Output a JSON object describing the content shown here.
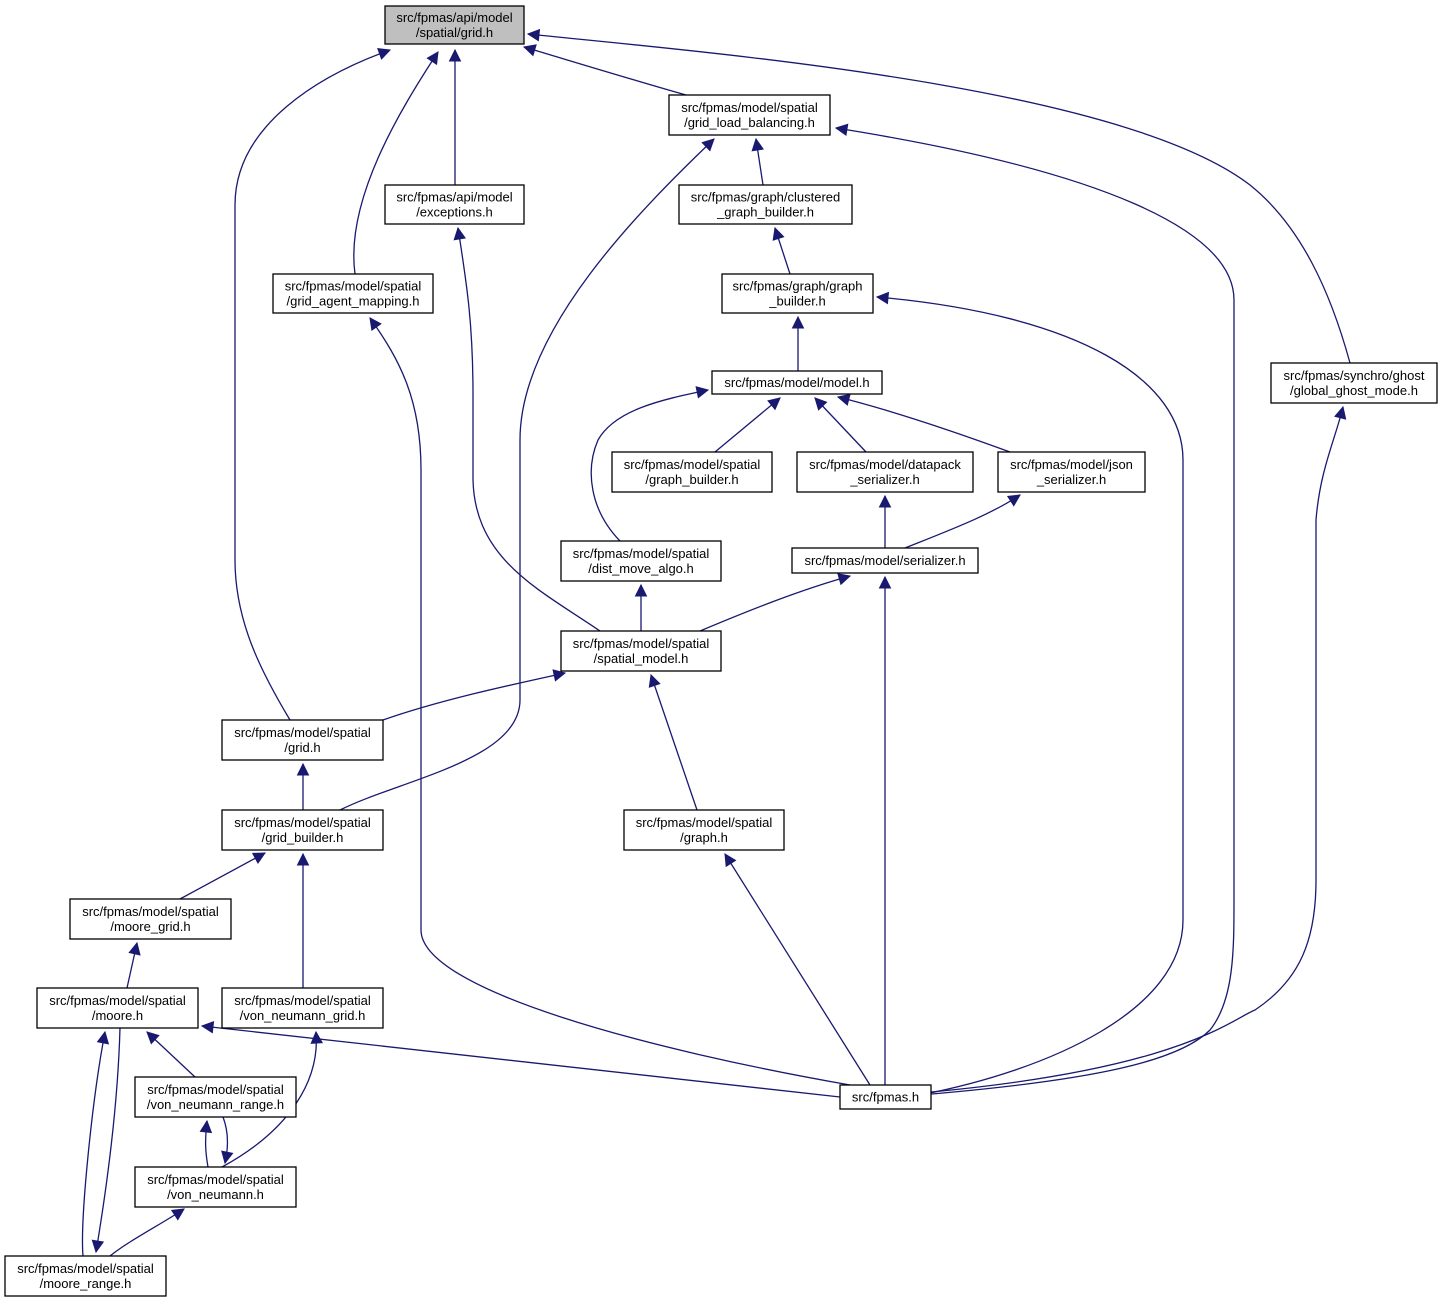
{
  "diagram": {
    "nodes": [
      {
        "id": "api_grid",
        "lines": [
          "src/fpmas/api/model",
          "/spatial/grid.h"
        ],
        "highlighted": true
      },
      {
        "id": "glb",
        "lines": [
          "src/fpmas/model/spatial",
          "/grid_load_balancing.h"
        ]
      },
      {
        "id": "exceptions",
        "lines": [
          "src/fpmas/api/model",
          "/exceptions.h"
        ]
      },
      {
        "id": "clustered",
        "lines": [
          "src/fpmas/graph/clustered",
          "_graph_builder.h"
        ]
      },
      {
        "id": "gam",
        "lines": [
          "src/fpmas/model/spatial",
          "/grid_agent_mapping.h"
        ]
      },
      {
        "id": "graph_builder",
        "lines": [
          "src/fpmas/graph/graph",
          "_builder.h"
        ]
      },
      {
        "id": "ggm",
        "lines": [
          "src/fpmas/synchro/ghost",
          "/global_ghost_mode.h"
        ]
      },
      {
        "id": "model",
        "lines": [
          "src/fpmas/model/model.h"
        ]
      },
      {
        "id": "sp_graph_builder",
        "lines": [
          "src/fpmas/model/spatial",
          "/graph_builder.h"
        ]
      },
      {
        "id": "datapack",
        "lines": [
          "src/fpmas/model/datapack",
          "_serializer.h"
        ]
      },
      {
        "id": "json",
        "lines": [
          "src/fpmas/model/json",
          "_serializer.h"
        ]
      },
      {
        "id": "dma",
        "lines": [
          "src/fpmas/model/spatial",
          "/dist_move_algo.h"
        ]
      },
      {
        "id": "serializer",
        "lines": [
          "src/fpmas/model/serializer.h"
        ]
      },
      {
        "id": "spatial_model",
        "lines": [
          "src/fpmas/model/spatial",
          "/spatial_model.h"
        ]
      },
      {
        "id": "grid",
        "lines": [
          "src/fpmas/model/spatial",
          "/grid.h"
        ]
      },
      {
        "id": "grid_builder",
        "lines": [
          "src/fpmas/model/spatial",
          "/grid_builder.h"
        ]
      },
      {
        "id": "sp_graph",
        "lines": [
          "src/fpmas/model/spatial",
          "/graph.h"
        ]
      },
      {
        "id": "moore_grid",
        "lines": [
          "src/fpmas/model/spatial",
          "/moore_grid.h"
        ]
      },
      {
        "id": "moore",
        "lines": [
          "src/fpmas/model/spatial",
          "/moore.h"
        ]
      },
      {
        "id": "vn_grid",
        "lines": [
          "src/fpmas/model/spatial",
          "/von_neumann_grid.h"
        ]
      },
      {
        "id": "fpmas",
        "lines": [
          "src/fpmas.h"
        ]
      },
      {
        "id": "vn_range",
        "lines": [
          "src/fpmas/model/spatial",
          "/von_neumann_range.h"
        ]
      },
      {
        "id": "vn",
        "lines": [
          "src/fpmas/model/spatial",
          "/von_neumann.h"
        ]
      },
      {
        "id": "moore_range",
        "lines": [
          "src/fpmas/model/spatial",
          "/moore_range.h"
        ]
      }
    ],
    "edges": [
      {
        "from": "glb",
        "to": "api_grid"
      },
      {
        "from": "exceptions",
        "to": "api_grid"
      },
      {
        "from": "gam",
        "to": "api_grid"
      },
      {
        "from": "grid",
        "to": "api_grid"
      },
      {
        "from": "ggm",
        "to": "api_grid"
      },
      {
        "from": "clustered",
        "to": "glb"
      },
      {
        "from": "grid_builder",
        "to": "glb"
      },
      {
        "from": "fpmas",
        "to": "glb"
      },
      {
        "from": "graph_builder",
        "to": "clustered"
      },
      {
        "from": "model",
        "to": "graph_builder"
      },
      {
        "from": "fpmas",
        "to": "graph_builder"
      },
      {
        "from": "sp_graph_builder",
        "to": "model"
      },
      {
        "from": "datapack",
        "to": "model"
      },
      {
        "from": "json",
        "to": "model"
      },
      {
        "from": "dma",
        "to": "model"
      },
      {
        "from": "serializer",
        "to": "datapack"
      },
      {
        "from": "serializer",
        "to": "json"
      },
      {
        "from": "spatial_model",
        "to": "dma"
      },
      {
        "from": "spatial_model",
        "to": "serializer"
      },
      {
        "from": "fpmas",
        "to": "serializer"
      },
      {
        "from": "spatial_model",
        "to": "exceptions"
      },
      {
        "from": "fpmas",
        "to": "gam"
      },
      {
        "from": "grid",
        "to": "spatial_model"
      },
      {
        "from": "sp_graph",
        "to": "spatial_model"
      },
      {
        "from": "grid_builder",
        "to": "grid"
      },
      {
        "from": "moore_grid",
        "to": "grid_builder"
      },
      {
        "from": "vn_grid",
        "to": "grid_builder"
      },
      {
        "from": "fpmas",
        "to": "sp_graph"
      },
      {
        "from": "moore",
        "to": "moore_grid"
      },
      {
        "from": "fpmas",
        "to": "moore"
      },
      {
        "from": "vn_range",
        "to": "moore"
      },
      {
        "from": "moore_range",
        "to": "moore"
      },
      {
        "from": "vn",
        "to": "vn_grid"
      },
      {
        "from": "fpmas",
        "to": "ggm"
      },
      {
        "from": "vn",
        "to": "vn_range"
      },
      {
        "from": "vn_range",
        "to": "vn"
      },
      {
        "from": "moore_range",
        "to": "vn"
      },
      {
        "from": "moore",
        "to": "moore_range"
      }
    ]
  }
}
